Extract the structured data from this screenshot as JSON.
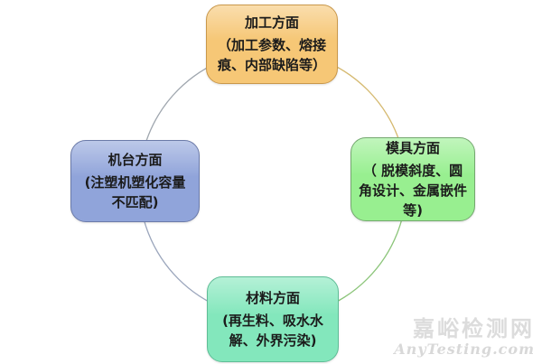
{
  "diagram": {
    "nodes": [
      {
        "id": "processing",
        "title": "加工方面",
        "body": "（加工参数、熔接痕、内部缺陷等）",
        "fill": "#F6C776",
        "border": "#C9984B"
      },
      {
        "id": "machine",
        "title": "机台方面",
        "body": "(注塑机塑化容量不匹配)",
        "fill": "#90A4DA",
        "border": "#6B7AA8"
      },
      {
        "id": "mold",
        "title": "模具方面",
        "body": "（ 脱模斜度、圆角设计、金属嵌件等)",
        "fill": "#98EF90",
        "border": "#74A86F"
      },
      {
        "id": "material",
        "title": "材料方面",
        "body": "(再生料、吸水水解、外界污染)",
        "fill": "#83E7BC",
        "border": "#5FBD96"
      }
    ],
    "circle": {
      "ne_color": "#D5B96F",
      "se_color": "#8CC57A",
      "sw_color": "#9BA6BC",
      "nw_color": "#9FA6AE"
    }
  },
  "watermark": {
    "line1": "嘉峪检测网",
    "line2": "AnyTesting.com",
    "color1": "#DCDCDC",
    "color2": "#D8D8D8"
  }
}
